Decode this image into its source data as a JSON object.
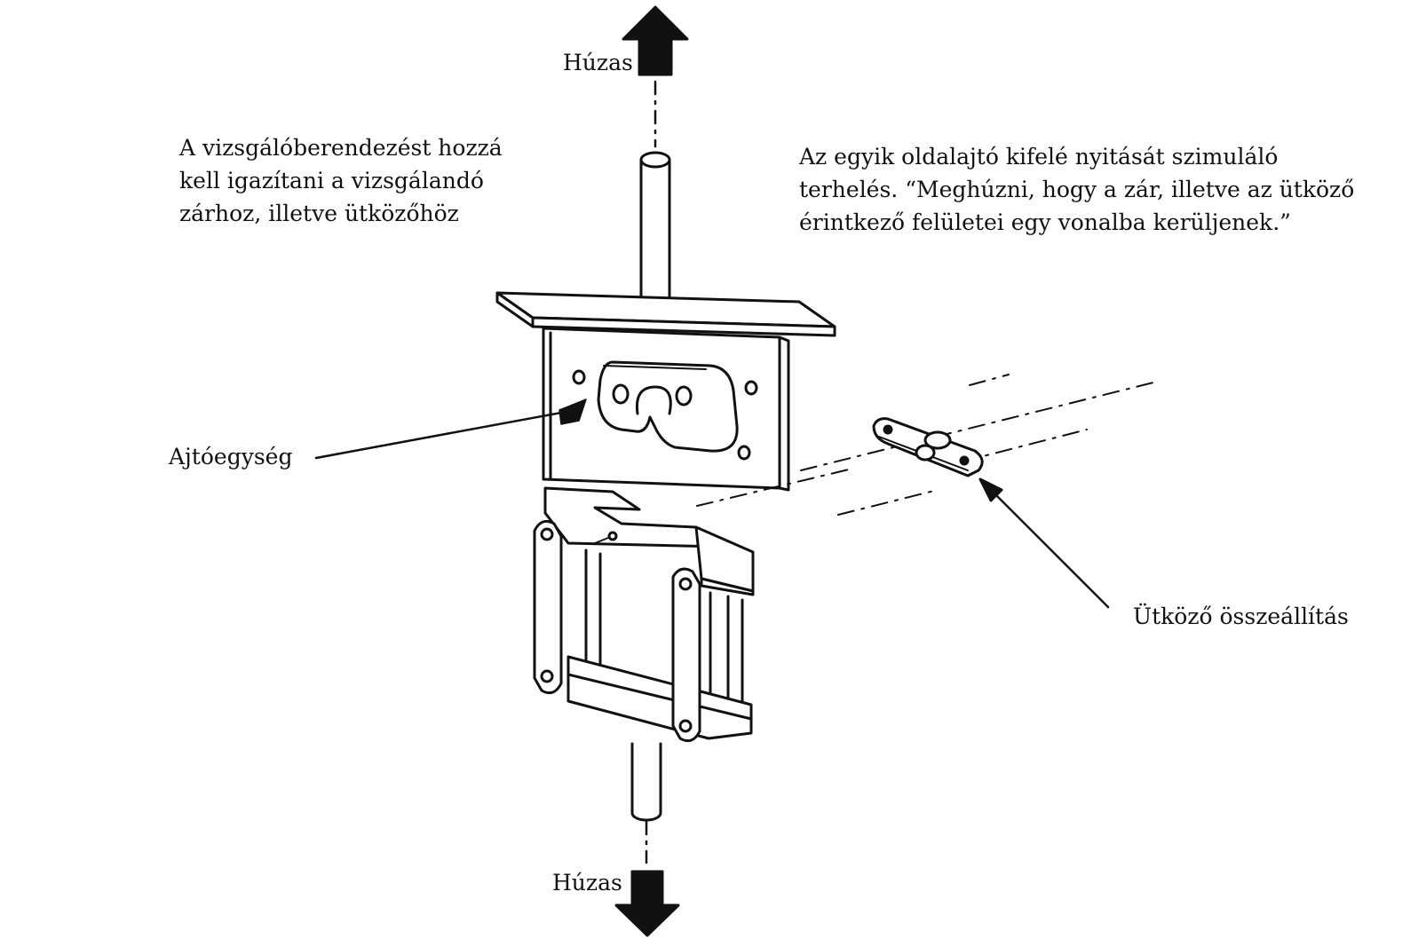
{
  "labels": {
    "pull_top": "Húzas",
    "pull_bottom": "Húzas",
    "note_left": [
      "A vizsgálóberendezést hozzá",
      "kell igazítani a vizsgálandó",
      "zárhoz, illetve ütközőhöz"
    ],
    "note_right": [
      "Az egyik oldalajtó kifelé nyitását szimuláló",
      "terhelés. “Meghúzni, hogy a zár, illetve az ütköző",
      "érintkező felületei egy vonalba kerüljenek.”"
    ],
    "door_unit": "Ajtóegység",
    "striker_assembly": "Ütköző összeállítás"
  }
}
